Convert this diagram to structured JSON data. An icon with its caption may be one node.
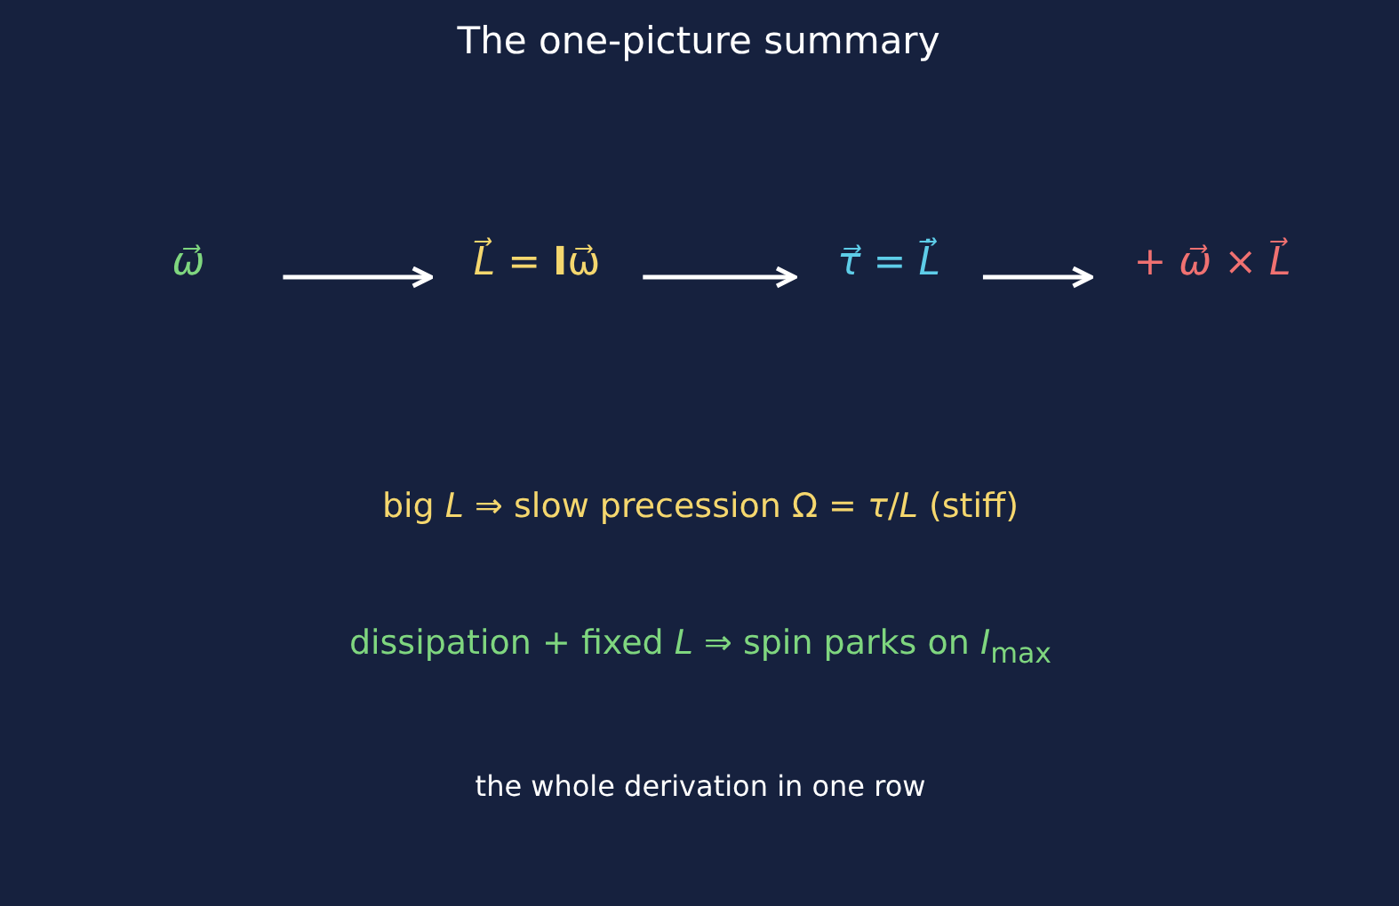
{
  "diagram": {
    "title": "The one-picture summary",
    "nodes": [
      {
        "text": [
          "*ω⃗*"
        ]
      },
      {
        "text": [
          "*L⃗* = **I**ω⃗"
        ]
      },
      {
        "text": [
          "*τ⃗* = *L̇⃗*"
        ]
      },
      {
        "text": [
          "+ *ω⃗* × *L⃗*"
        ]
      }
    ],
    "edges": [
      {
        "from": 0,
        "to": 1,
        "arrow": "to"
      },
      {
        "from": 1,
        "to": 2,
        "arrow": "to"
      },
      {
        "from": 2,
        "to": 3,
        "arrow": "to"
      }
    ],
    "labels": [
      "big *L* ⇒ slow precession Ω = *τ*/*L* (stiff)",
      "dissipation + fixed *L* ⇒ spin parks on *I*$_{max}$",
      "the whole derivation in one row"
    ]
  }
}
